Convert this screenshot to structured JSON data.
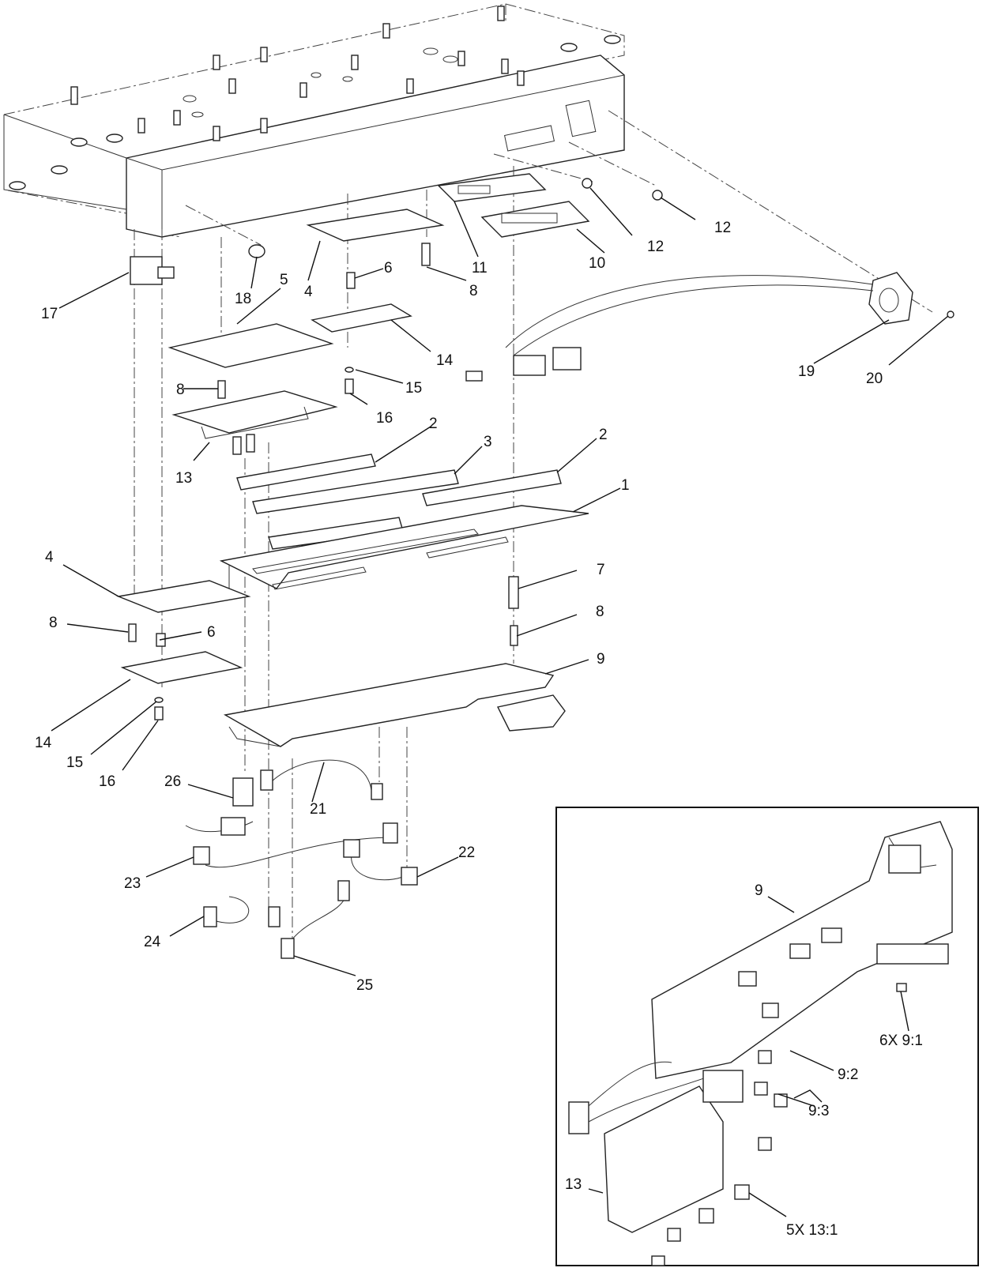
{
  "callouts": [
    {
      "id": "c1",
      "label": "1"
    },
    {
      "id": "c2a",
      "label": "2"
    },
    {
      "id": "c2b",
      "label": "2"
    },
    {
      "id": "c3",
      "label": "3"
    },
    {
      "id": "c4a",
      "label": "4"
    },
    {
      "id": "c4b",
      "label": "4"
    },
    {
      "id": "c5",
      "label": "5"
    },
    {
      "id": "c6a",
      "label": "6"
    },
    {
      "id": "c6b",
      "label": "6"
    },
    {
      "id": "c7",
      "label": "7"
    },
    {
      "id": "c8a",
      "label": "8"
    },
    {
      "id": "c8b",
      "label": "8"
    },
    {
      "id": "c8c",
      "label": "8"
    },
    {
      "id": "c8d",
      "label": "8"
    },
    {
      "id": "c9",
      "label": "9"
    },
    {
      "id": "c10",
      "label": "10"
    },
    {
      "id": "c11",
      "label": "11"
    },
    {
      "id": "c12a",
      "label": "12"
    },
    {
      "id": "c12b",
      "label": "12"
    },
    {
      "id": "c13",
      "label": "13"
    },
    {
      "id": "c14a",
      "label": "14"
    },
    {
      "id": "c14b",
      "label": "14"
    },
    {
      "id": "c15a",
      "label": "15"
    },
    {
      "id": "c15b",
      "label": "15"
    },
    {
      "id": "c16a",
      "label": "16"
    },
    {
      "id": "c16b",
      "label": "16"
    },
    {
      "id": "c17",
      "label": "17"
    },
    {
      "id": "c18",
      "label": "18"
    },
    {
      "id": "c19",
      "label": "19"
    },
    {
      "id": "c20",
      "label": "20"
    },
    {
      "id": "c21",
      "label": "21"
    },
    {
      "id": "c22",
      "label": "22"
    },
    {
      "id": "c23",
      "label": "23"
    },
    {
      "id": "c24",
      "label": "24"
    },
    {
      "id": "c25",
      "label": "25"
    },
    {
      "id": "c26",
      "label": "26"
    }
  ],
  "detail_callouts": [
    {
      "id": "d9",
      "label": "9"
    },
    {
      "id": "d92",
      "label": "9:2"
    },
    {
      "id": "d93",
      "label": "9:3"
    },
    {
      "id": "d91",
      "label": "6X 9:1"
    },
    {
      "id": "d13",
      "label": "13"
    },
    {
      "id": "d131",
      "label": "5X 13:1"
    }
  ]
}
